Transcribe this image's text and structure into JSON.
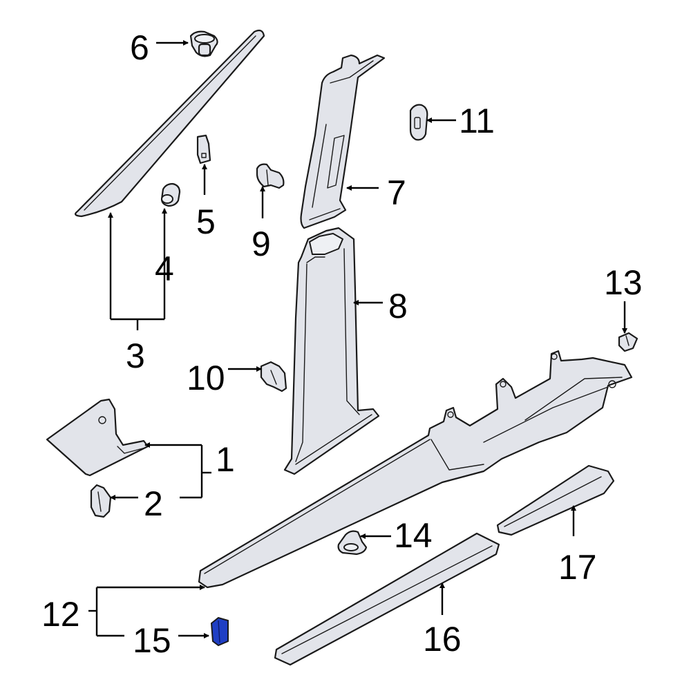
{
  "diagram": {
    "highlight_color": "#1f3fc4",
    "callouts": {
      "c1": "1",
      "c2": "2",
      "c3": "3",
      "c4": "4",
      "c5": "5",
      "c6": "6",
      "c7": "7",
      "c8": "8",
      "c9": "9",
      "c10": "10",
      "c11": "11",
      "c12": "12",
      "c13": "13",
      "c14": "14",
      "c15": "15",
      "c16": "16",
      "c17": "17"
    }
  }
}
